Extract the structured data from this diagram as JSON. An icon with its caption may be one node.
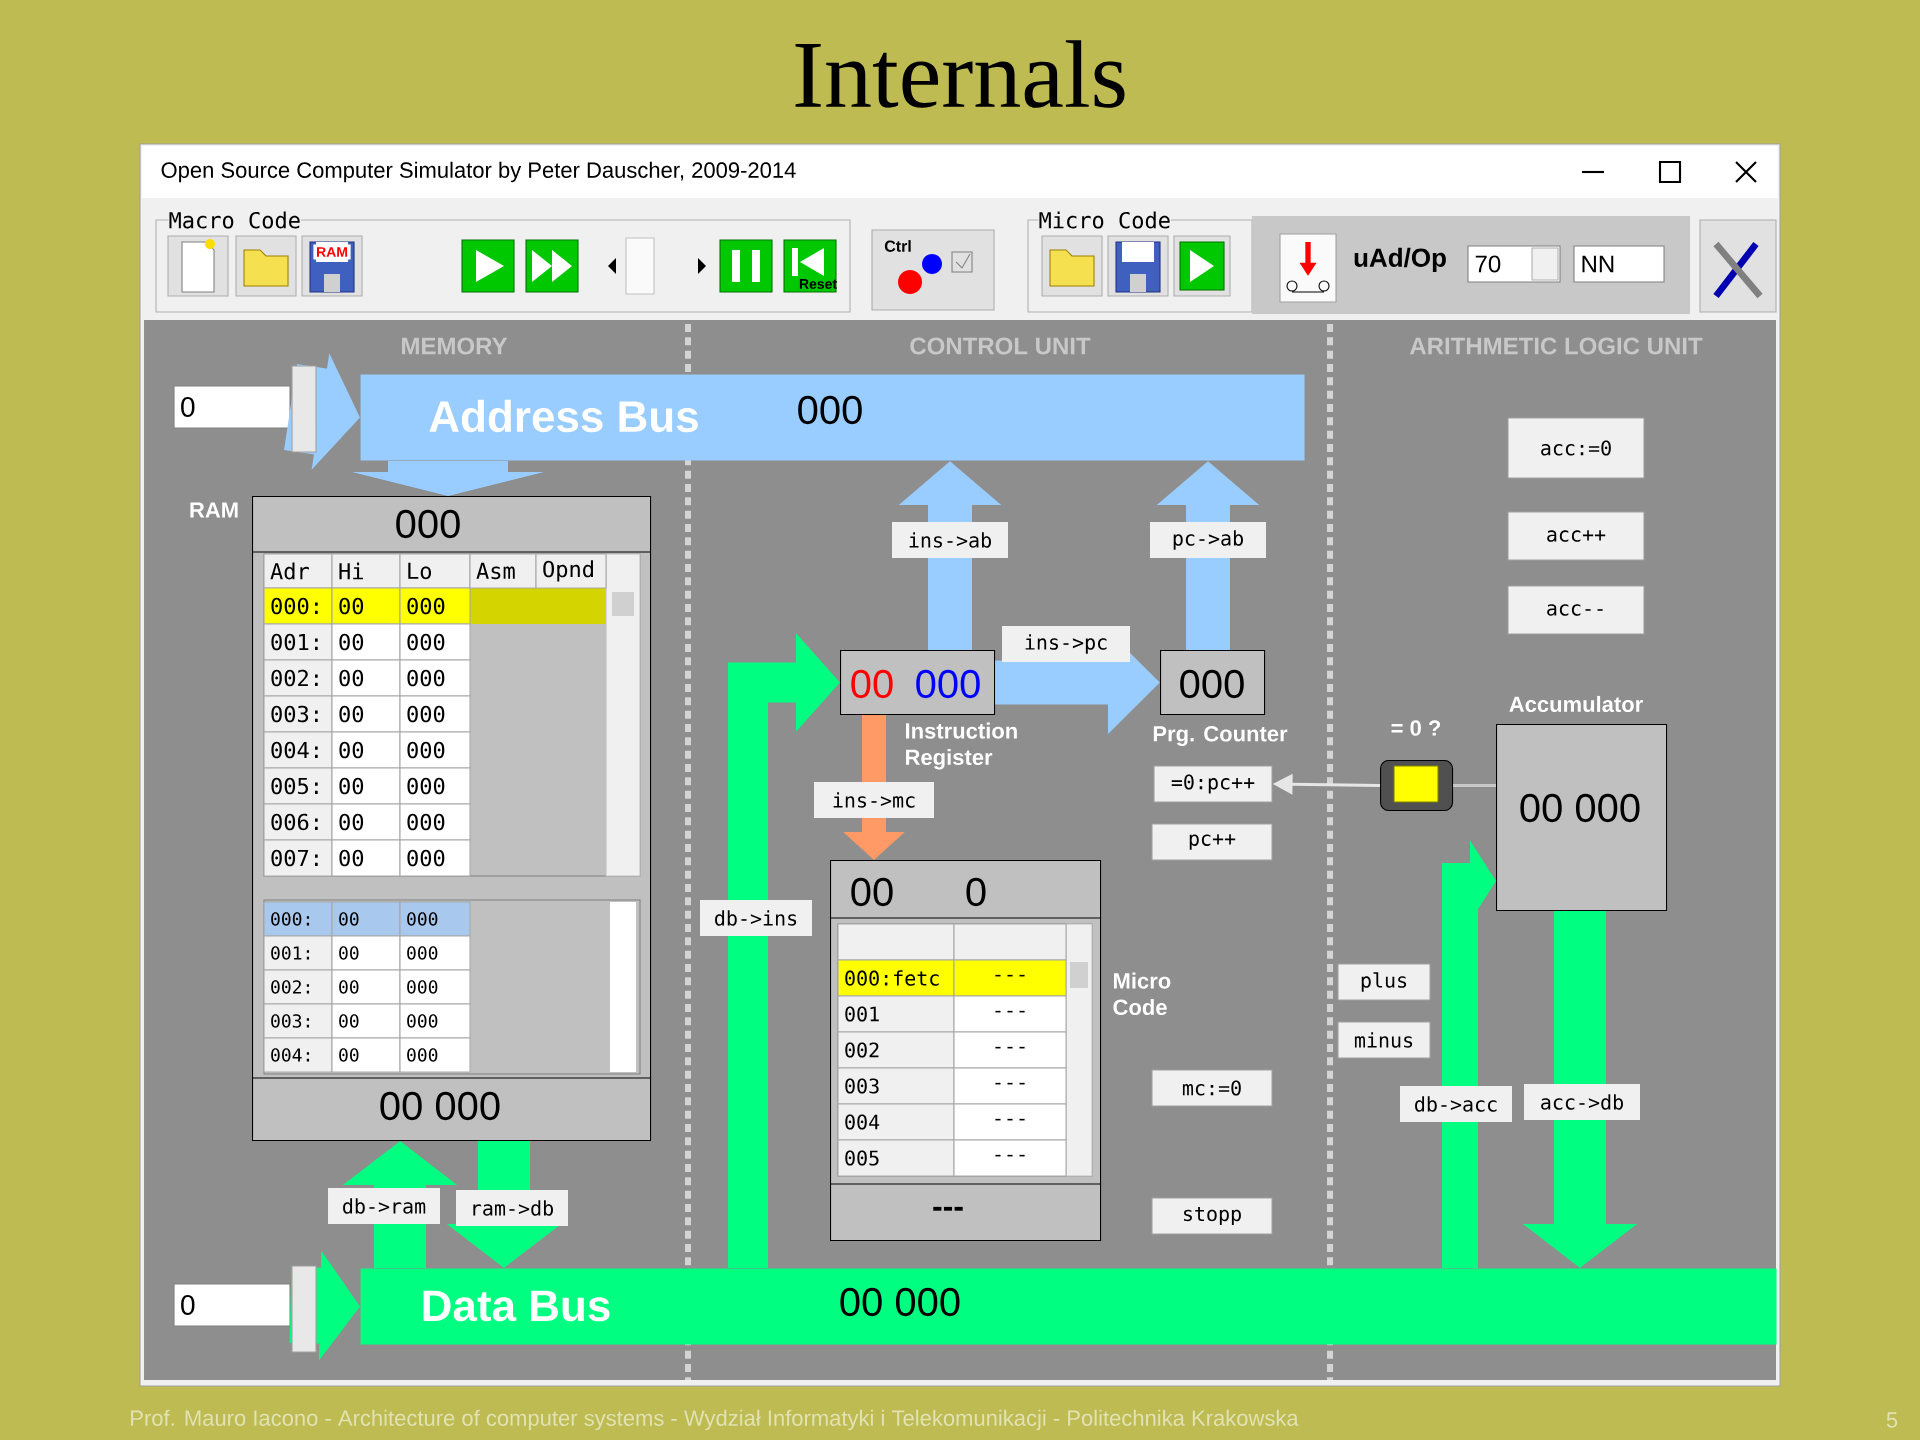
{
  "diagram": {
    "title": "Internals",
    "nodes": [
      {
        "text": [
          "Address Bus",
          "000"
        ]
      },
      {
        "text": [
          "000",
          "00 000"
        ],
        "beside": [
          "RAM"
        ]
      },
      {
        "text": [
          "00",
          "000"
        ],
        "beside": [
          "Instruction Register"
        ]
      },
      {
        "text": [
          "000"
        ],
        "beside": [
          "Prg. Counter"
        ]
      },
      {
        "text": [
          "00",
          "0",
          "---"
        ],
        "beside": [
          "Micro Code"
        ]
      },
      {
        "text": [
          "00 000"
        ],
        "beside": [
          "Accumulator"
        ]
      },
      {
        "text": [
          "Data Bus",
          "00 000"
        ]
      },
      {
        "text": [],
        "shape": "box",
        "beside": [
          "= 0 ?"
        ]
      },
      {
        "text": [
          "=0:pc++"
        ]
      },
      {
        "text": [
          "0"
        ]
      },
      {
        "text": [
          "0"
        ]
      },
      {
        "text": [
          "acc:=0"
        ]
      },
      {
        "text": [
          "acc++"
        ]
      },
      {
        "text": [
          "acc--"
        ]
      },
      {
        "text": [
          "pc++"
        ]
      },
      {
        "text": [
          "mc:=0"
        ]
      },
      {
        "text": [
          "stopp"
        ]
      },
      {
        "text": [
          "plus"
        ]
      },
      {
        "text": [
          "minus"
        ]
      }
    ],
    "edges": [
      {
        "from": 9,
        "to": 0,
        "arrow": "to",
        "style": "thick",
        "color": "#99ccff"
      },
      {
        "from": 10,
        "to": 6,
        "arrow": "to",
        "color": "#00ff80"
      },
      {
        "from": 0,
        "to": 1,
        "arrow": "to",
        "style": "thick",
        "color": "#99ccff"
      },
      {
        "from": 6,
        "to": 1,
        "arrow": "to",
        "color": "#00ff80",
        "label": "db->ram"
      },
      {
        "from": 1,
        "to": 6,
        "arrow": "to",
        "color": "#00ff80",
        "label": "ram->db"
      },
      {
        "from": 2,
        "to": 0,
        "arrow": "to",
        "color": "#99ccff",
        "label": "ins->ab"
      },
      {
        "from": 3,
        "to": 0,
        "arrow": "to",
        "color": "#99ccff",
        "label": "pc->ab"
      },
      {
        "from": 2,
        "to": 3,
        "arrow": "to",
        "color": "#99ccff",
        "label": "ins->pc"
      },
      {
        "from": 2,
        "to": 4,
        "arrow": "to",
        "color": "#ff9966",
        "label": "ins->mc"
      },
      {
        "from": 6,
        "to": 2,
        "arrow": "to",
        "color": "#00ff80",
        "label": "db->ins"
      },
      {
        "from": 6,
        "to": 5,
        "arrow": "to",
        "color": "#00ff80",
        "label": "db->acc"
      },
      {
        "from": 5,
        "to": 6,
        "arrow": "to",
        "color": "#00ff80",
        "label": "acc->db"
      },
      {
        "from": 7,
        "to": 8,
        "arrow": "to",
        "color": "#e6e6e6"
      },
      {
        "from": 7,
        "to": 5,
        "arrow": "none",
        "color": "#c8c8c8"
      }
    ],
    "labels": [
      "Open Source Computer Simulator by Peter Dauscher, 2009-2014",
      "Macro Code",
      "RAM",
      "Reset",
      "Ctrl",
      "Micro Code",
      "uAd/Op",
      "70",
      "NN",
      "MEMORY",
      "CONTROL UNIT",
      "ARITHMETIC LOGIC UNIT",
      "Adr",
      "Hi",
      "Lo",
      "Asm",
      "Opnd",
      "000:",
      "00",
      "000",
      "001:",
      "00",
      "000",
      "002:",
      "00",
      "000",
      "003:",
      "00",
      "000",
      "004:",
      "00",
      "000",
      "005:",
      "00",
      "000",
      "006:",
      "00",
      "000",
      "007:",
      "00",
      "000",
      "000:",
      "00",
      "000",
      "001:",
      "00",
      "000",
      "002:",
      "00",
      "000",
      "003:",
      "00",
      "000",
      "004:",
      "00",
      "000",
      "000:fetc",
      "---",
      "001",
      "---",
      "002",
      "---",
      "003",
      "---",
      "004",
      "---",
      "005",
      "---",
      "Prof. Mauro Iacono - Architecture of computer systems - Wydział Informatyki i Telekomunikacji - Politechnika Krakowska",
      "5"
    ]
  }
}
